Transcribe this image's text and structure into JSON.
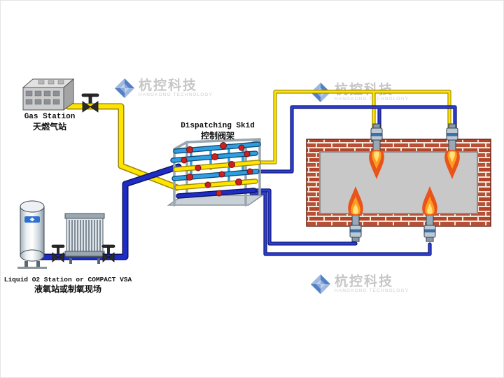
{
  "stations": {
    "gas": {
      "en": "Gas Station",
      "zh": "天燃气站"
    },
    "skid": {
      "en": "Dispatching Skid",
      "zh": "控制阀架"
    },
    "o2": {
      "en": "Liquid O2 Station or COMPACT VSA",
      "zh": "液氧站或制氧现场"
    }
  },
  "watermark": {
    "zh": "杭控科技",
    "en": "HANGKONG TECHNOLOGY"
  },
  "colors": {
    "gas_pipe": "#ffe400",
    "o2_pipe": "#1e2ec4",
    "skid_pipe": "#2f9fe0",
    "brick": "#b4452c",
    "mortar": "#efe6d8",
    "furnace_interior": "#c8c8c8",
    "flame_outer": "#e8541a",
    "flame_mid": "#ff9d20",
    "flame_core": "#ffe27a",
    "watermark_text": "#c6c6c6",
    "watermark_logo": "#2a62b8"
  }
}
